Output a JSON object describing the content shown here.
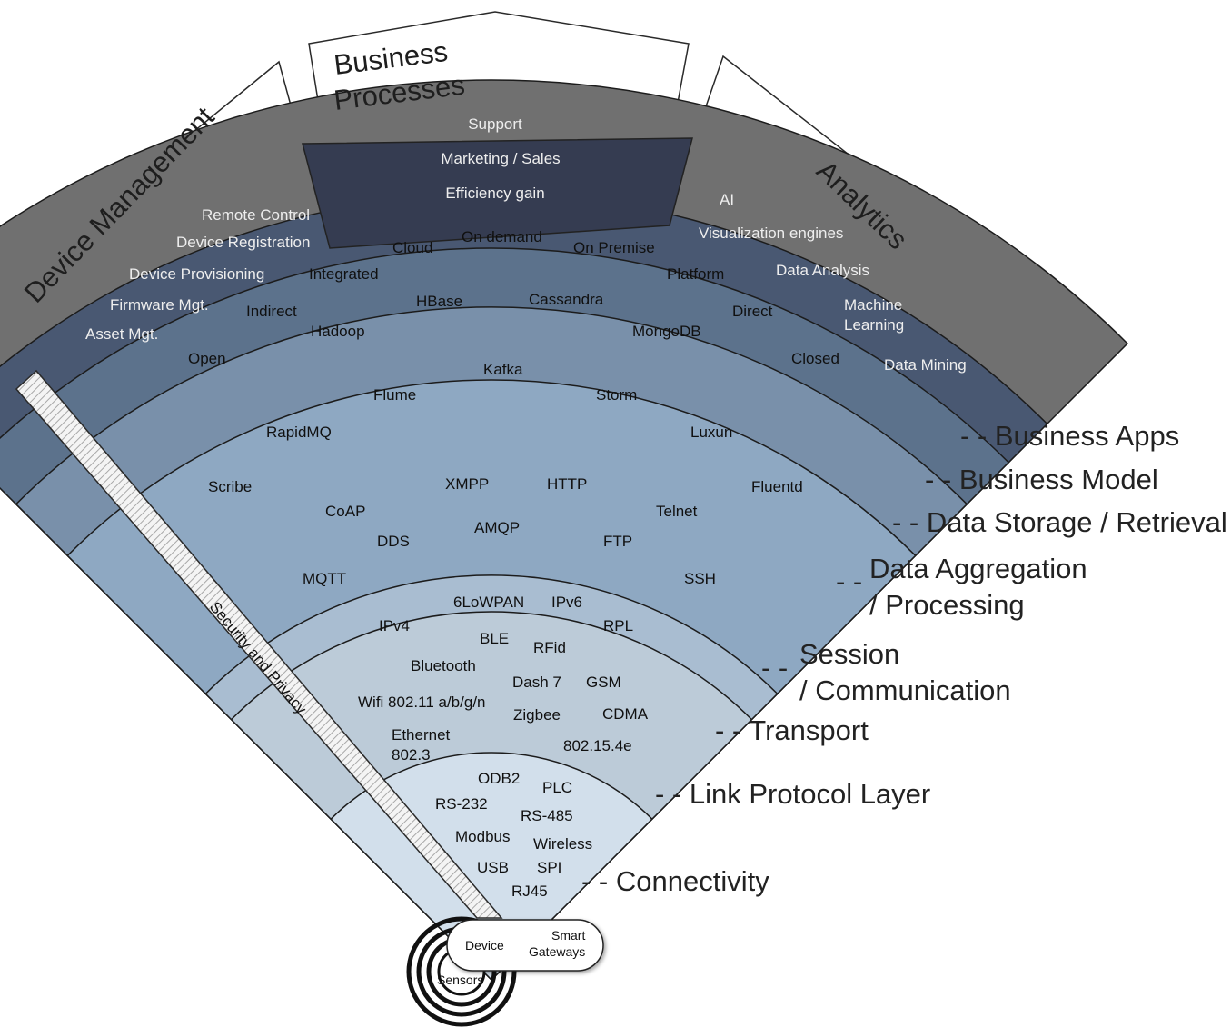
{
  "rings": [
    {
      "id": "business-apps",
      "color": "#707070",
      "items": []
    },
    {
      "id": "business-model",
      "color": "#495872",
      "items": [
        "Cloud",
        "On demand",
        "On Premise",
        "Integrated",
        "Platform",
        "Indirect",
        "Direct",
        "Open",
        "Closed"
      ]
    },
    {
      "id": "data-storage",
      "color": "#5c728c",
      "items": [
        "HBase",
        "Cassandra",
        "Hadoop",
        "MongoDB"
      ]
    },
    {
      "id": "data-aggregation",
      "color": "#7990aa",
      "items": [
        "Kafka",
        "Flume",
        "Storm",
        "RapidMQ",
        "Luxun",
        "Scribe",
        "Fluentd"
      ]
    },
    {
      "id": "session",
      "color": "#8ea8c2",
      "items": [
        "XMPP",
        "HTTP",
        "CoAP",
        "Telnet",
        "DDS",
        "AMQP",
        "FTP",
        "MQTT",
        "SSH"
      ]
    },
    {
      "id": "transport",
      "color": "#a9bdd1",
      "items": [
        "6LoWPAN",
        "IPv6",
        "IPv4",
        "RPL"
      ]
    },
    {
      "id": "link-protocol",
      "color": "#bccbd8",
      "items": [
        "BLE",
        "RFid",
        "Bluetooth",
        "Dash 7",
        "GSM",
        "Wifi 802.11 a/b/g/n",
        "Zigbee",
        "CDMA",
        "Ethernet",
        "802.3",
        "802.15.4e"
      ]
    },
    {
      "id": "connectivity",
      "color": "#d2dfeb",
      "items": [
        "ODB2",
        "PLC",
        "RS-232",
        "RS-485",
        "Modbus",
        "Wireless",
        "USB",
        "SPI",
        "RJ45"
      ]
    }
  ],
  "sectors": {
    "device_management": {
      "title": "Device Management",
      "items": [
        "Remote Control",
        "Device Registration",
        "Device Provisioning",
        "Firmware Mgt.",
        "Asset Mgt."
      ]
    },
    "business_processes": {
      "title": "Business Processes",
      "title_lines": [
        "Business",
        "Processes"
      ],
      "items": [
        "Support",
        "Marketing  / Sales",
        "Efficiency gain"
      ],
      "color": "#353c51"
    },
    "analytics": {
      "title": "Analytics",
      "items": [
        "AI",
        "Visualization engines",
        "Data Analysis",
        "Machine",
        "Learning",
        "Data Mining"
      ]
    }
  },
  "layer_labels": [
    "- - Business Apps",
    "- - Business Model",
    "- - Data Storage / Retrieval",
    "- -",
    "Data Aggregation",
    "/ Processing",
    "- -",
    "Session",
    "/ Communication",
    "- - Transport",
    "- - Link Protocol Layer",
    "- - Connectivity"
  ],
  "security": "Security and Privacy",
  "base": {
    "device": "Device",
    "gateway_lines": [
      "Smart",
      "Gateways"
    ],
    "sensors": "Sensors"
  }
}
